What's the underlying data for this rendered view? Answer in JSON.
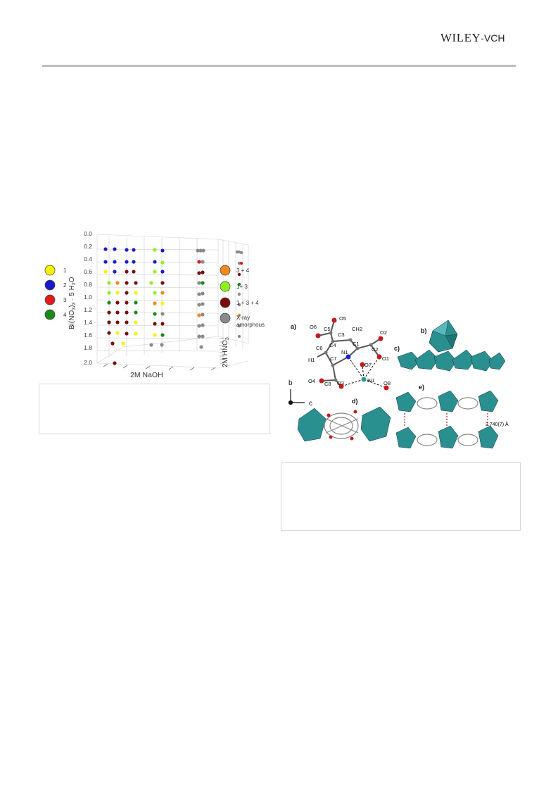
{
  "header": {
    "publisher_main": "WILEY",
    "publisher_sep": "-",
    "publisher_suffix": "VCH"
  },
  "figure1": {
    "y_axis": {
      "label_main": "Bi(NO",
      "label_sub1": "3",
      "label_mid": ")",
      "label_sub2": "3",
      "label_tail": " · 5 H",
      "label_sub3": "2",
      "label_end": "O",
      "ticks": [
        "0.0",
        "0.2",
        "0.4",
        "0.6",
        "0.8",
        "1.0",
        "1.2",
        "1.4",
        "1.6",
        "1.8",
        "2.0"
      ]
    },
    "x_axis": {
      "label": "2M NaOH"
    },
    "z_axis": {
      "label_main": "2M HNO",
      "label_sub": "3"
    },
    "legend_left": [
      {
        "label": "1",
        "color": "#f7f200"
      },
      {
        "label": "2",
        "color": "#1a1acc"
      },
      {
        "label": "3",
        "color": "#e51a1a"
      },
      {
        "label": "4",
        "color": "#1a8a1a"
      }
    ],
    "legend_right": [
      {
        "label": "3 + 4",
        "color": "#f08a1c"
      },
      {
        "label": "1+ 3",
        "color": "#8ef21a"
      },
      {
        "label": "1 + 3 + 4",
        "color": "#7a0d0d"
      },
      {
        "label": "X-ray",
        "label2": "amorphous",
        "color": "#8a8a8a"
      }
    ]
  },
  "figure2": {
    "panels": [
      "a)",
      "b)",
      "c)",
      "d)",
      "e)"
    ],
    "atoms": [
      "O5",
      "O6",
      "C5",
      "C3",
      "CH2",
      "O2",
      "C4",
      "C1",
      "C2",
      "C6",
      "N1",
      "O7",
      "O1",
      "H1",
      "C7",
      "Bi1",
      "O4",
      "C8",
      "O3",
      "O8"
    ],
    "axes": {
      "b": "b",
      "c": "c"
    },
    "distance": "2.740(7) Å"
  }
}
